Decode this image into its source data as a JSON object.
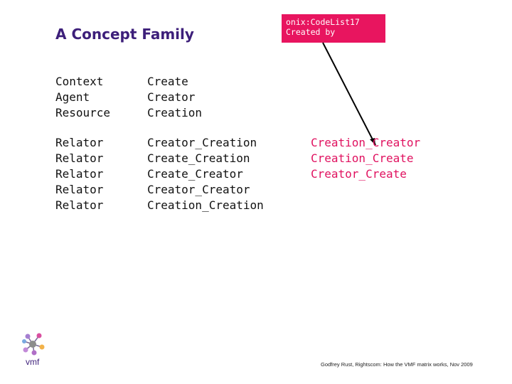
{
  "title": "A Concept Family",
  "callout": {
    "line1": "onix:CodeList17",
    "line2": "Created by"
  },
  "group1": {
    "labels": [
      "Context",
      "Agent",
      "Resource"
    ],
    "terms": [
      "Create",
      "Creator",
      "Creation"
    ]
  },
  "group2": {
    "labels": [
      "Relator",
      "Relator",
      "Relator",
      "Relator",
      "Relator"
    ],
    "terms": [
      "Creator_Creation",
      "Create_Creation",
      "Create_Creator",
      "Creator_Creator",
      "Creation_Creation"
    ],
    "inverses": [
      "Creation_Creator",
      "Creation_Create",
      "Creator_Create"
    ]
  },
  "logo_text": "vmf",
  "footer": "Godfrey Rust, Rightscom: How the VMF matrix works, Nov 2009",
  "colors": {
    "title": "#3d1f7a",
    "callout_bg": "#e8155f",
    "highlight": "#e0115f"
  }
}
